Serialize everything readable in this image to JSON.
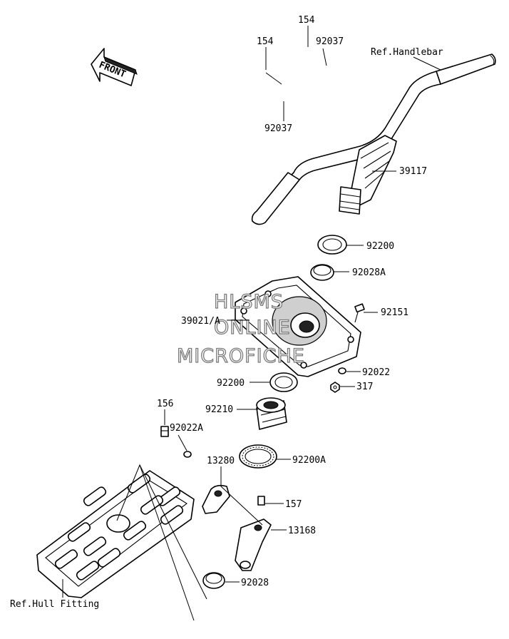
{
  "watermark": [
    "HLSMS",
    "ONLINE",
    "MICROFICHE"
  ],
  "front_arrow_label": "FRONT",
  "references": {
    "handlebar": "Ref.Handlebar",
    "hull_fitting": "Ref.Hull Fitting"
  },
  "callouts": {
    "bolt_154_left": "154",
    "bolt_154_right": "154",
    "clamp_92037_right": "92037",
    "clamp_92037_left": "92037",
    "cover_39117": "39117",
    "seal_92200": "92200",
    "bushing_92028A": "92028A",
    "plate_39021A": "39021/A",
    "bolt_92151": "92151",
    "washer_92022": "92022",
    "nut_317": "317",
    "seal_92200_lower": "92200",
    "bushing_92210": "92210",
    "bolt_156": "156",
    "washer_92022A": "92022A",
    "ring_92200A": "92200A",
    "arm_13280": "13280",
    "bolt_157": "157",
    "arm_13168": "13168",
    "bushing_92028": "92028"
  }
}
